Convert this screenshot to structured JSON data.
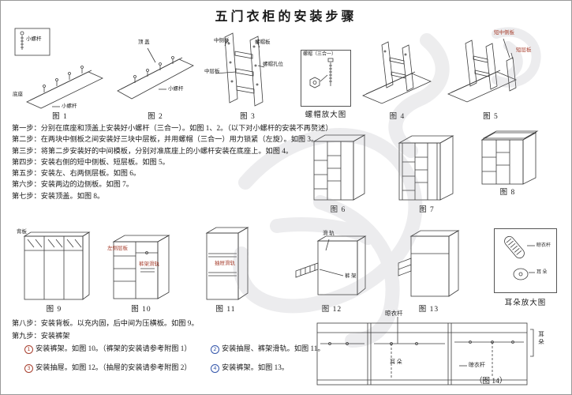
{
  "page": {
    "title": "五门衣柜的安装步骤"
  },
  "steps": {
    "s1": "第一步：分别在底座和顶盖上安装好小螺杆（三合一）。如图 1、2。（以下对小螺杆的安装不再赘述）",
    "s2": "第二步：在两块中侧板之间安装好三块中层板，并用螺帽（三合一）用力锁紧（左旋）。如图 3。",
    "s3": "第三步：将第二步安装好的中间模板，分别对准底座上的小螺杆安装在底座上。如图 4。",
    "s4": "第四步：安装右侧的短中侧板、短层板。如图 5。",
    "s5": "第五步：安装左、右两侧层板。如图 6。",
    "s6": "第六步：安装两边的边侧板。如图 7。",
    "s7": "第七步：安装顶盖。如图 8。",
    "s8": "第八步：安装背板。以充内固，后中间为压横板。如图 9。",
    "s9": "第九步：安装裤架"
  },
  "substeps": {
    "a_num": "1",
    "a_text": "安装裤架。如图 10。（裤架的安装请参考附图 1）",
    "b_num": "2",
    "b_text": "安装抽屉、裤架滑轨。如图 11。",
    "c_num": "3",
    "c_text": "安装抽屉。如图 12。（抽屉的安装请参考附图 2）",
    "d_num": "4",
    "d_text": "安装裤架。如图 13。"
  },
  "figures": {
    "fig1": {
      "caption": "图 1",
      "label_box": "小螺杆",
      "label_base": "底座",
      "label_screw": "小螺杆"
    },
    "fig2": {
      "caption": "图 2",
      "label_top": "顶 盖",
      "label_screw": "小螺杆"
    },
    "fig3": {
      "caption": "图 3",
      "label_side": "中侧板",
      "label_cap": "螺帽板",
      "label_hole": "螺帽孔位",
      "label_shelf": "中层板"
    },
    "magnifier": {
      "caption": "螺帽放大图",
      "label": "螺帽（三合一）"
    },
    "fig4": {
      "caption": "图 4"
    },
    "fig5": {
      "caption": "图 5",
      "label_short": "短中侧板",
      "label_shelf": "短层板"
    },
    "fig6": {
      "caption": "图 6"
    },
    "fig7": {
      "caption": "图 7"
    },
    "fig8": {
      "caption": "图 8"
    },
    "fig9": {
      "caption": "图 9",
      "label_back": "背板"
    },
    "fig10": {
      "caption": "图 10",
      "label_left": "左侧层板",
      "label_rail": "裤架滑轨"
    },
    "fig11": {
      "caption": "图 11",
      "label_rail": "抽屉滑轨"
    },
    "fig12": {
      "caption": "图 12",
      "label_rail": "滑 轨",
      "label_rack": "裤 架"
    },
    "fig13": {
      "caption": "图 13"
    },
    "ear": {
      "caption": "耳朵放大图",
      "label_rod": "晾衣杆",
      "label_ear": "耳 朵"
    },
    "fig14": {
      "caption": "（图 14）",
      "label_rod_top": "晾衣杆",
      "label_ear_side": "耳朵",
      "label_ear_inner": "耳 朵",
      "label_rod_bottom": "晾衣杆"
    }
  }
}
